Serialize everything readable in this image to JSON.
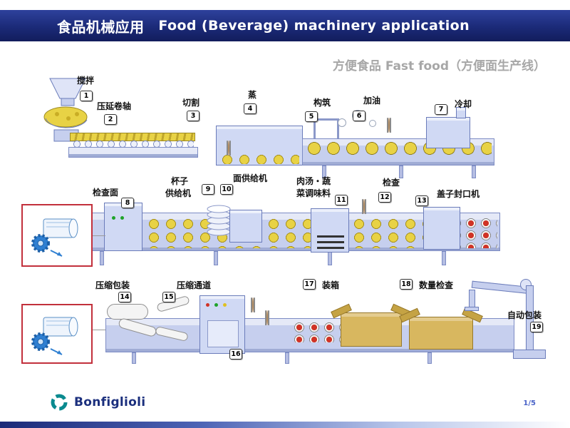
{
  "slide": {
    "header": {
      "title_zh": "食品机械应用",
      "title_en": "Food (Beverage) machinery application"
    },
    "subtitle": "方便食品 Fast food（方便面生产线）",
    "stations": [
      {
        "num": "1",
        "label": "搅拌"
      },
      {
        "num": "2",
        "label": "压延卷轴"
      },
      {
        "num": "3",
        "label": "切割"
      },
      {
        "num": "4",
        "label": "蒸"
      },
      {
        "num": "5",
        "label": "构筑"
      },
      {
        "num": "6",
        "label": "加油"
      },
      {
        "num": "7",
        "label": "冷却"
      },
      {
        "num": "8",
        "label": "检查面"
      },
      {
        "num": "9",
        "label": "杯子",
        "label2": "供给机"
      },
      {
        "num": "10",
        "label": "面供给机"
      },
      {
        "num": "11",
        "label": "肉汤・蔬",
        "label2": "菜调味料"
      },
      {
        "num": "12",
        "label": "检查"
      },
      {
        "num": "13",
        "label": "盖子封口机"
      },
      {
        "num": "14",
        "label": "压缩包装"
      },
      {
        "num": "15",
        "label": "压缩通道"
      },
      {
        "num": "16",
        "label": ""
      },
      {
        "num": "17",
        "label": "装箱"
      },
      {
        "num": "18",
        "label": "数量检查"
      },
      {
        "num": "19",
        "label": "自动包装"
      }
    ],
    "footer": {
      "brand": "Bonfiglioli",
      "page": "1/5"
    },
    "colors": {
      "header_bg": "#1b2a78",
      "accent_teal": "#0a8a8f",
      "conveyor_blue": "#c6cfee",
      "noodle_yellow": "#e8d245",
      "cup_red": "#cf3326",
      "detail_border_red": "#c2303c"
    }
  }
}
